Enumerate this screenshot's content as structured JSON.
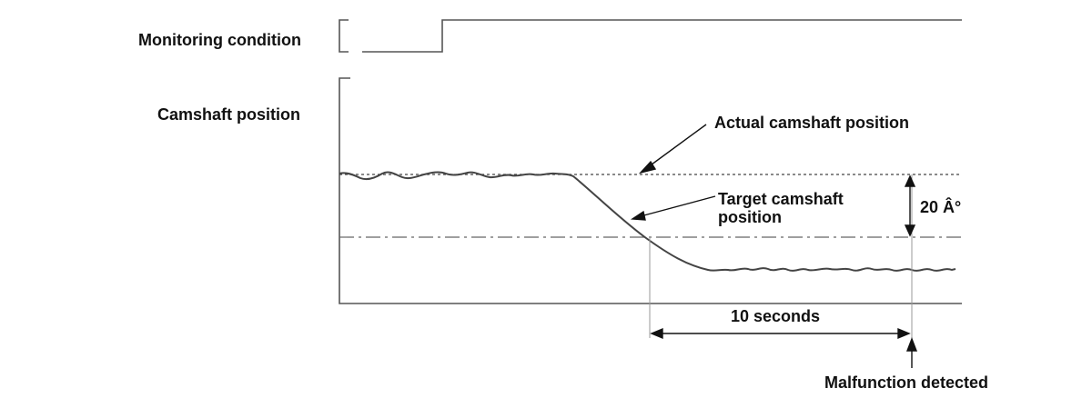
{
  "labels": {
    "monitoring_condition": "Monitoring condition",
    "camshaft_position": "Camshaft position",
    "actual_camshaft_position": "Actual camshaft position",
    "target_camshaft_position_line1": "Target camshaft",
    "target_camshaft_position_line2": "position",
    "deviation": "20 Â°",
    "duration": "10 seconds",
    "malfunction_detected": "Malfunction detected"
  }
}
